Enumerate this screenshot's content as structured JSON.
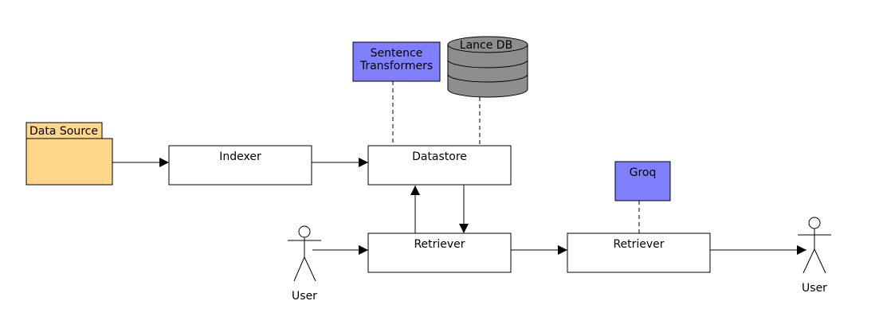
{
  "diagram": {
    "data_source": "Data Source",
    "indexer": "Indexer",
    "datastore": "Datastore",
    "sentence_transformers": [
      "Sentence",
      "Transformers"
    ],
    "lance_db": "Lance DB",
    "retriever_left": "Retriever",
    "retriever_right": "Retriever",
    "groq": "Groq",
    "user_left": "User",
    "user_right": "User"
  },
  "colors": {
    "folder": "#ffd68a",
    "model_box": "#8080ff",
    "database": "#8e8e8e",
    "stroke": "#000000"
  }
}
